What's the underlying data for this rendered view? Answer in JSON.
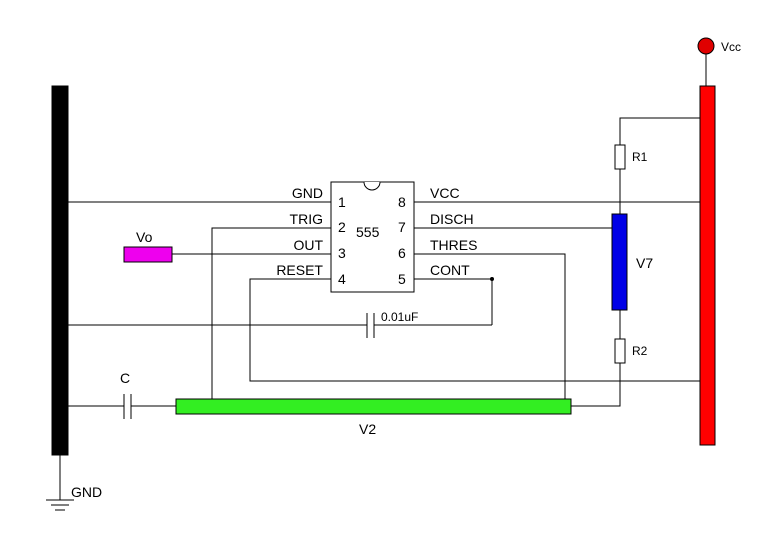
{
  "ic": {
    "name": "555",
    "pins": [
      {
        "num": "1",
        "label": "GND"
      },
      {
        "num": "2",
        "label": "TRIG"
      },
      {
        "num": "3",
        "label": "OUT"
      },
      {
        "num": "4",
        "label": "RESET"
      },
      {
        "num": "5",
        "label": "CONT"
      },
      {
        "num": "6",
        "label": "THRES"
      },
      {
        "num": "7",
        "label": "DISCH"
      },
      {
        "num": "8",
        "label": "VCC"
      }
    ]
  },
  "labels": {
    "vcc_supply": "Vcc",
    "ground": "GND",
    "r1": "R1",
    "r2": "R2",
    "v7": "V7",
    "v2": "V2",
    "vo": "Vo",
    "capacitor_c": "C",
    "capacitor_cont": "0.01uF"
  },
  "colors": {
    "gnd_rail": "#000000",
    "vcc_rail": "#ff0000",
    "vcc_terminal": "#e00000",
    "v7_node": "#0000e6",
    "v2_node": "#33ee22",
    "vo_node": "#ee00ee"
  }
}
